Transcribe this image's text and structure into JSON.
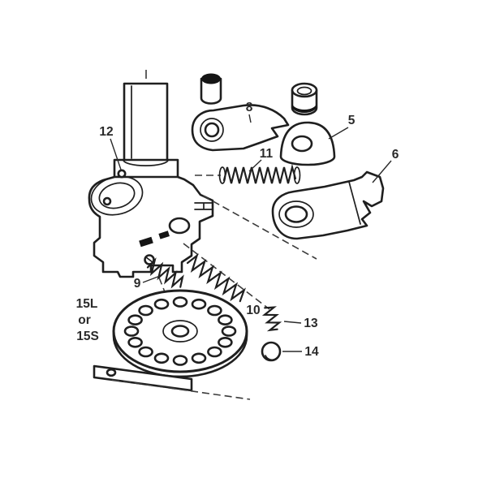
{
  "page": {
    "background": "#ffffff"
  },
  "diagram": {
    "type": "exploded-parts-diagram",
    "colors": {
      "background": "#ffffff",
      "line": "#1f1f1f",
      "label": "#2a2a2a",
      "dark_fill": "#151515"
    },
    "labels": {
      "p5": "5",
      "p6": "6",
      "p8": "8",
      "p9": "9",
      "p10": "10",
      "p11": "11",
      "p12": "12",
      "p13": "13",
      "p14": "14",
      "p15_line1": "15L",
      "p15_line2": "or",
      "p15_line3": "15S"
    }
  }
}
